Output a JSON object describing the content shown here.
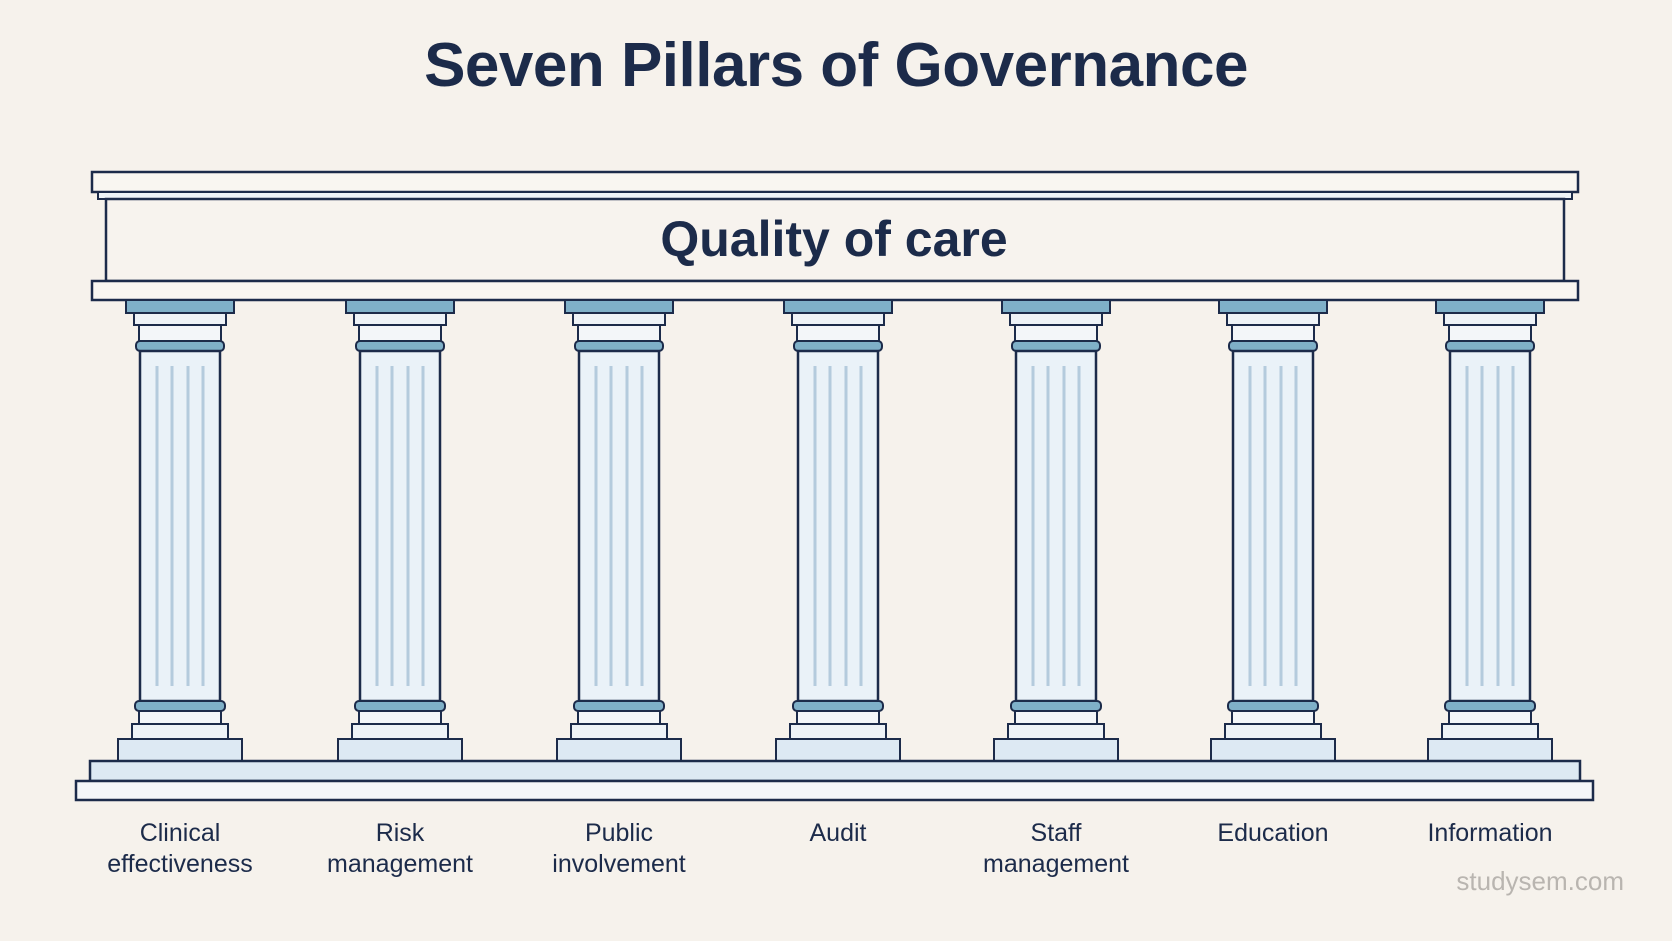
{
  "title": "Seven Pillars of Governance",
  "roof_label": "Quality of care",
  "pillars": [
    {
      "line1": "Clinical",
      "line2": "effectiveness"
    },
    {
      "line1": "Risk",
      "line2": "management"
    },
    {
      "line1": "Public",
      "line2": "involvement"
    },
    {
      "line1": "Audit",
      "line2": ""
    },
    {
      "line1": "Staff",
      "line2": "management"
    },
    {
      "line1": "Education",
      "line2": ""
    },
    {
      "line1": "Information",
      "line2": ""
    }
  ],
  "watermark": "studysem.com",
  "colors": {
    "background": "#f6f2ec",
    "outline": "#1c2b4a",
    "band": "#7fb0c8",
    "shaft": "#eaf2f8",
    "flute": "#b4cbdd",
    "base": "#dde9f3"
  }
}
